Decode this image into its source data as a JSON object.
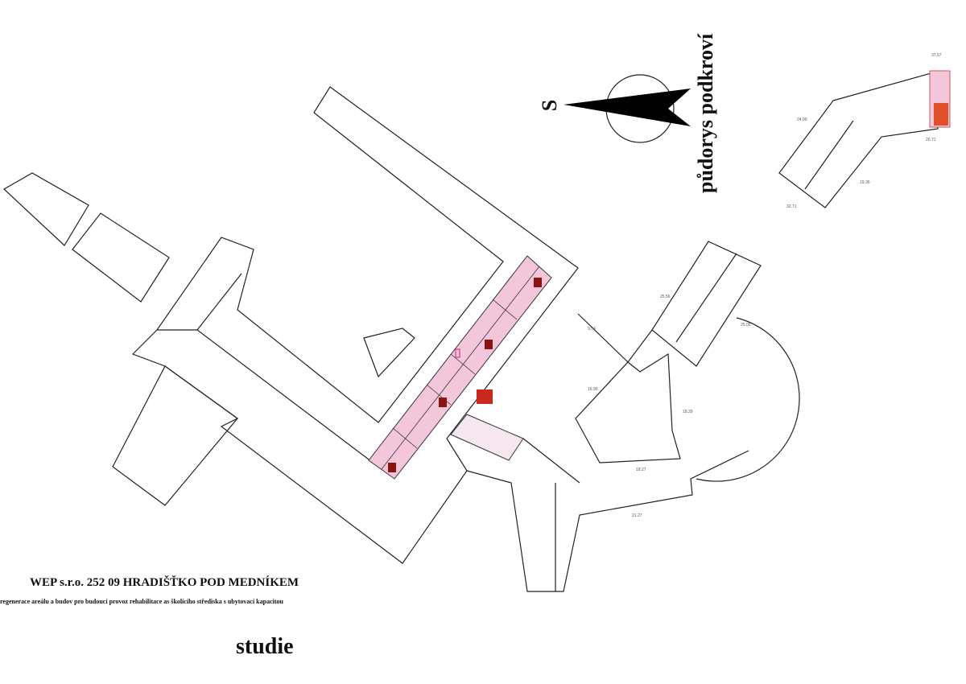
{
  "title_block": {
    "company": "WEP s.r.o.  252 09  HRADIŠŤKO POD MEDNÍKEM",
    "description": "regenerace areálu a budov pro budoucí provoz rehabilitace as školícího střediska s ubytovací kapacitou",
    "stage": "studie"
  },
  "plan_title": "půdorys podkroví",
  "compass": {
    "label": "S"
  },
  "dimensions": [
    "37.57",
    "20.71",
    "24.00",
    "19.36",
    "32.71",
    "25.56",
    "25.00",
    "9.54",
    "16.90",
    "18.29",
    "18.27",
    "21.27"
  ],
  "colors": {
    "room_fill": "#f4c6dc",
    "stair_fill": "#c8281e",
    "line": "#222222"
  }
}
